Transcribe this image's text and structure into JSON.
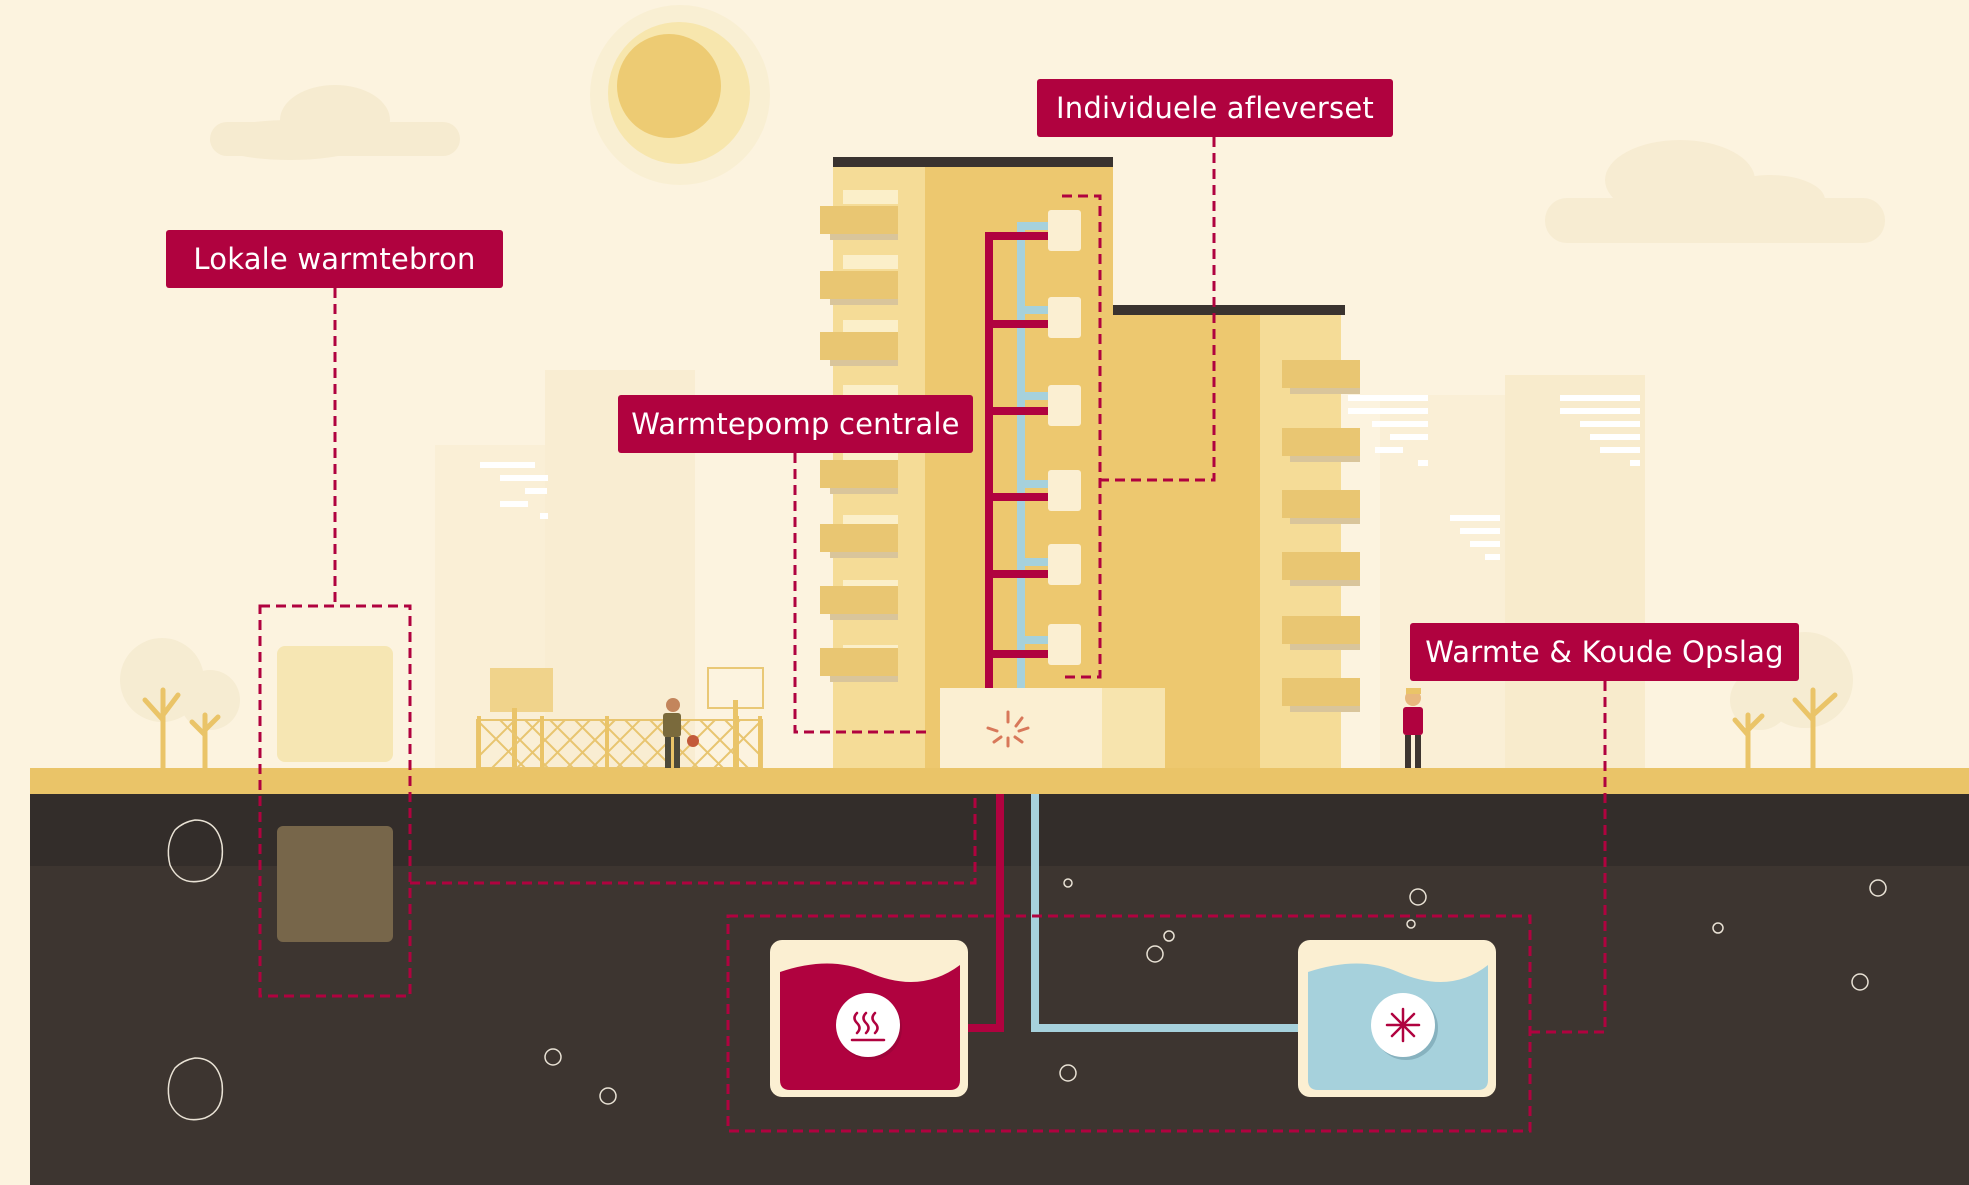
{
  "labels": {
    "lokale_warmtebron": "Lokale warmtebron",
    "warmtepomp_centrale": "Warmtepomp centrale",
    "individuele_afleverset": "Individuele afleverset",
    "warmte_koude_opslag": "Warmte & Koude Opslag"
  },
  "icons": {
    "heat": "heat-waves-icon",
    "cold": "snowflake-icon",
    "pump": "spark-icon"
  },
  "colors": {
    "sky": "#fcf3df",
    "accent": "#b0023f",
    "cold_pipe": "#a6d1dc",
    "ground": "#3d3530",
    "surface": "#eac468",
    "building": "#edc86f"
  }
}
